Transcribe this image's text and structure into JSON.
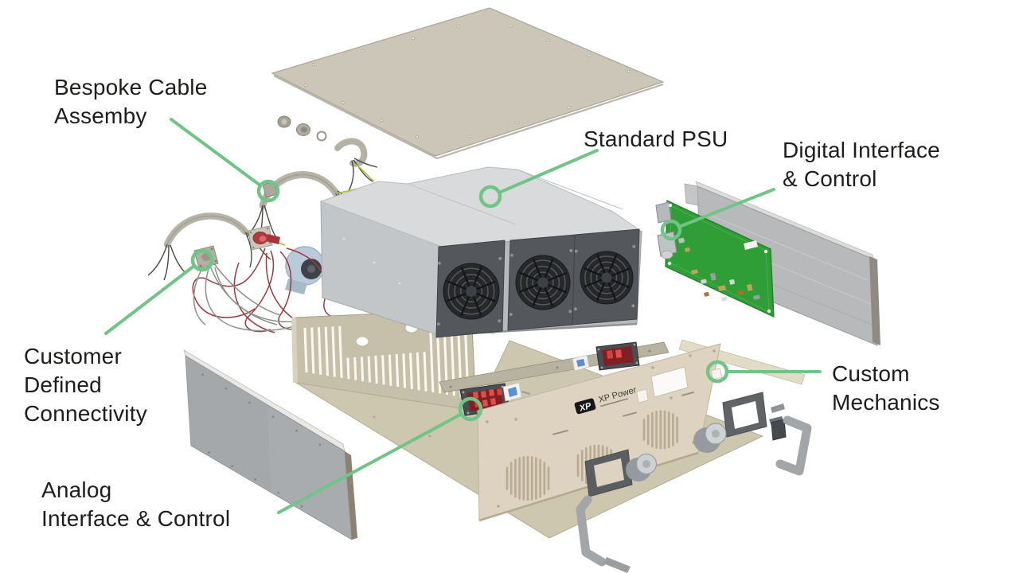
{
  "labels": {
    "bespoke_cable": {
      "text": "Bespoke Cable\nAssemby"
    },
    "standard_psu": {
      "text": "Standard PSU"
    },
    "digital_interface": {
      "text": "Digital Interface\n& Control"
    },
    "customer_connectivity": {
      "text": "Customer\nDefined\nConnectivity"
    },
    "custom_mechanics": {
      "text": "Custom\nMechanics"
    },
    "analog_interface": {
      "text": "Analog\nInterface & Control"
    }
  },
  "front_panel": {
    "logo_text": "XP",
    "brand_text": "XP Power"
  },
  "colors": {
    "background": "#ffffff",
    "callout_green": "#6fc486",
    "label_text": "#1d1d1b",
    "pcb_green": "#2f9e37",
    "chassis_beige": "#cdc7b0",
    "front_panel_cream": "#ddd3c0",
    "psu_gray": "#c3c6c9",
    "display_red": "#d8423c"
  }
}
